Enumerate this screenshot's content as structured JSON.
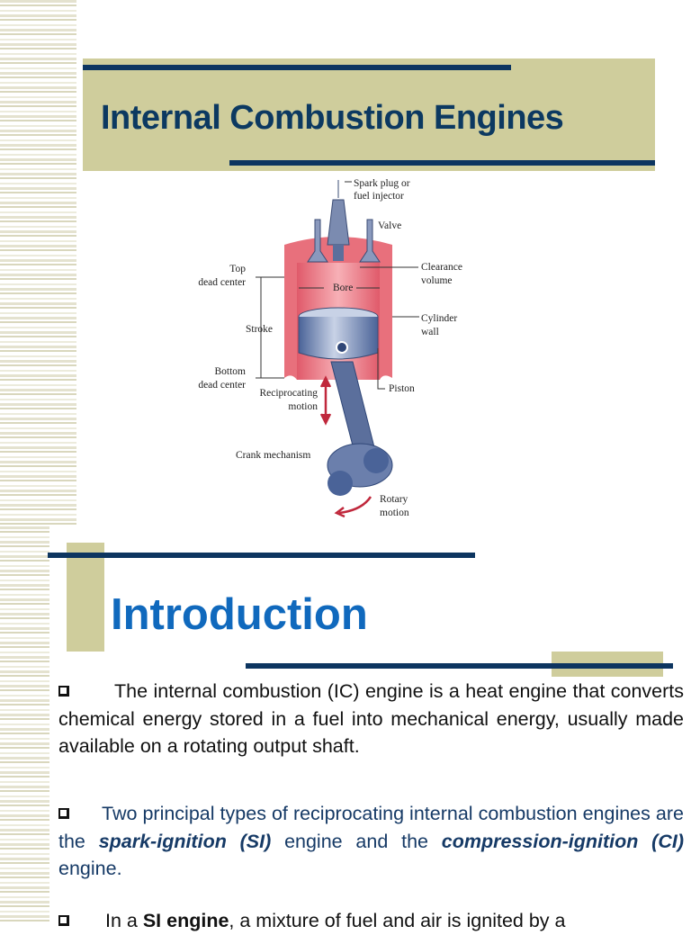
{
  "slide1": {
    "title": "Internal Combustion Engines",
    "diagram_labels": {
      "spark_plug": [
        "Spark plug or",
        "fuel injector"
      ],
      "valve": "Valve",
      "top_dead_center": [
        "Top",
        "dead center"
      ],
      "bore": "Bore",
      "clearance_volume": [
        "Clearance",
        "volume"
      ],
      "stroke": "Stroke",
      "cylinder_wall": [
        "Cylinder",
        "wall"
      ],
      "bottom_dead_center": [
        "Bottom",
        "dead center"
      ],
      "reciprocating_motion": [
        "Reciprocating",
        "motion"
      ],
      "piston": "Piston",
      "crank_mechanism": "Crank mechanism",
      "rotary_motion": [
        "Rotary",
        "motion"
      ]
    }
  },
  "slide2": {
    "title": "Introduction",
    "bullets": [
      {
        "text": "The internal combustion (IC) engine is a heat engine that converts chemical energy stored in a fuel into mechanical energy, usually made available on a rotating output shaft."
      },
      {
        "pre": "Two principal types of reciprocating internal combustion engines are the ",
        "em1": "spark-ignition (SI)",
        "mid": " engine and the ",
        "em2": "compression-ignition (CI)",
        "post": " engine."
      },
      {
        "pre": "In a ",
        "bold": "SI engine",
        "post": ", a mixture of fuel and air is ignited by a"
      }
    ]
  },
  "colors": {
    "navy": "#0d3560",
    "tan": "#cfcd9c",
    "heading_blue": "#1069bd"
  }
}
